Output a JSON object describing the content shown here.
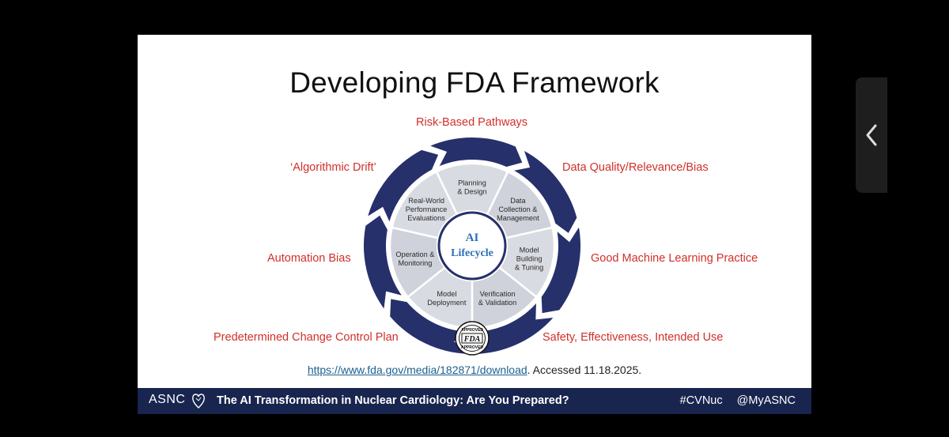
{
  "slide": {
    "title": "Developing FDA Framework",
    "considerations": {
      "top": "Risk-Based Pathways",
      "upper_left": "‘Algorithmic Drift’",
      "upper_right": "Data Quality/Relevance/Bias",
      "middle_left": "Automation Bias",
      "middle_right": "Good Machine Learning Practice",
      "lower_left": "Predetermined Change Control Plan",
      "lower_right": "Safety, Effectiveness, Intended Use"
    },
    "lifecycle": {
      "center_line1": "AI",
      "center_line2": "Lifecycle",
      "stages": [
        {
          "lines": [
            "Planning",
            "& Design"
          ]
        },
        {
          "lines": [
            "Data",
            "Collection &",
            "Management"
          ]
        },
        {
          "lines": [
            "Model",
            "Building",
            "& Tuning"
          ]
        },
        {
          "lines": [
            "Verification",
            "& Validation"
          ]
        },
        {
          "lines": [
            "Model",
            "Deployment"
          ]
        },
        {
          "lines": [
            "Operation &",
            "Monitoring"
          ]
        },
        {
          "lines": [
            "Real-World",
            "Performance",
            "Evaluations"
          ]
        }
      ],
      "seal_top": "APPROVED",
      "seal_center": "FDA",
      "seal_bottom": "APPROVED"
    },
    "citation": {
      "url": "https://www.fda.gov/media/182871/download",
      "suffix": ". Accessed 11.18.2025."
    }
  },
  "banner": {
    "logo": "ASNC",
    "title": "The AI Transformation in Nuclear Cardiology: Are You Prepared?",
    "hashtag": "#CVNuc",
    "handle": "@MyASNC"
  },
  "colors": {
    "accent_red": "#d0302a",
    "ring_navy": "#26306b",
    "banner_navy": "#18254f",
    "center_blue": "#2c6fb7"
  },
  "icons": [
    "chevron-left-icon",
    "heart-icon",
    "fda-approved-seal-icon"
  ]
}
